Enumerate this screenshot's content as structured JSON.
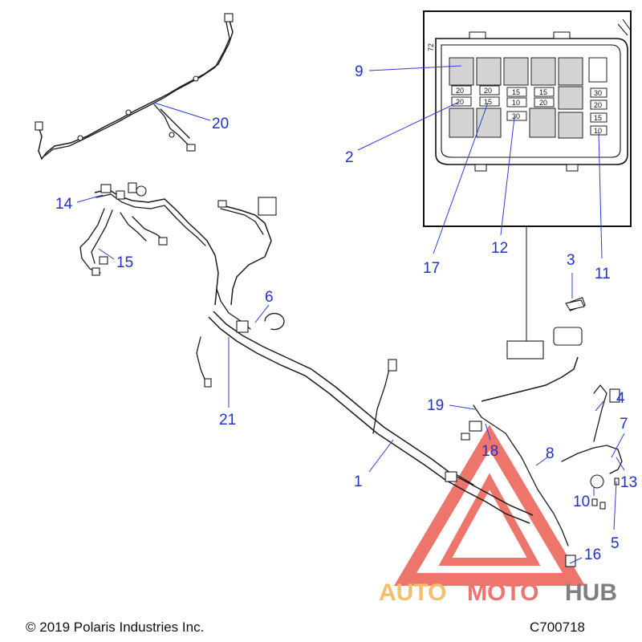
{
  "callouts": [
    {
      "id": "1",
      "text": "1"
    },
    {
      "id": "2",
      "text": "2"
    },
    {
      "id": "3",
      "text": "3"
    },
    {
      "id": "4",
      "text": "4"
    },
    {
      "id": "5",
      "text": "5"
    },
    {
      "id": "6",
      "text": "6"
    },
    {
      "id": "7",
      "text": "7"
    },
    {
      "id": "8",
      "text": "8"
    },
    {
      "id": "9",
      "text": "9"
    },
    {
      "id": "10",
      "text": "10"
    },
    {
      "id": "11",
      "text": "11"
    },
    {
      "id": "12",
      "text": "12"
    },
    {
      "id": "13",
      "text": "13"
    },
    {
      "id": "14",
      "text": "14"
    },
    {
      "id": "15",
      "text": "15"
    },
    {
      "id": "16",
      "text": "16"
    },
    {
      "id": "17",
      "text": "17"
    },
    {
      "id": "18",
      "text": "18"
    },
    {
      "id": "19",
      "text": "19"
    },
    {
      "id": "20",
      "text": "20"
    },
    {
      "id": "21",
      "text": "21"
    }
  ],
  "fuse_box": {
    "side_label": "72",
    "fuse_ratings": {
      "r1a": "20",
      "r1b": "20",
      "r1c": "15",
      "r1d": "15",
      "r2a": "20",
      "r2b": "15",
      "r2c": "10",
      "r2d": "20",
      "r3": "30",
      "c1": "30",
      "c2": "20",
      "c3": "15",
      "c4": "10"
    }
  },
  "footer": {
    "copyright": "© 2019 Polaris Industries Inc.",
    "part_code": "C700718"
  },
  "watermark": {
    "text_part1": "AUTO",
    "text_part2": "MOTO",
    "text_part3": "HUB",
    "color_orange": "#f2a93b",
    "color_red": "#e8473a",
    "color_gray": "#555555"
  }
}
